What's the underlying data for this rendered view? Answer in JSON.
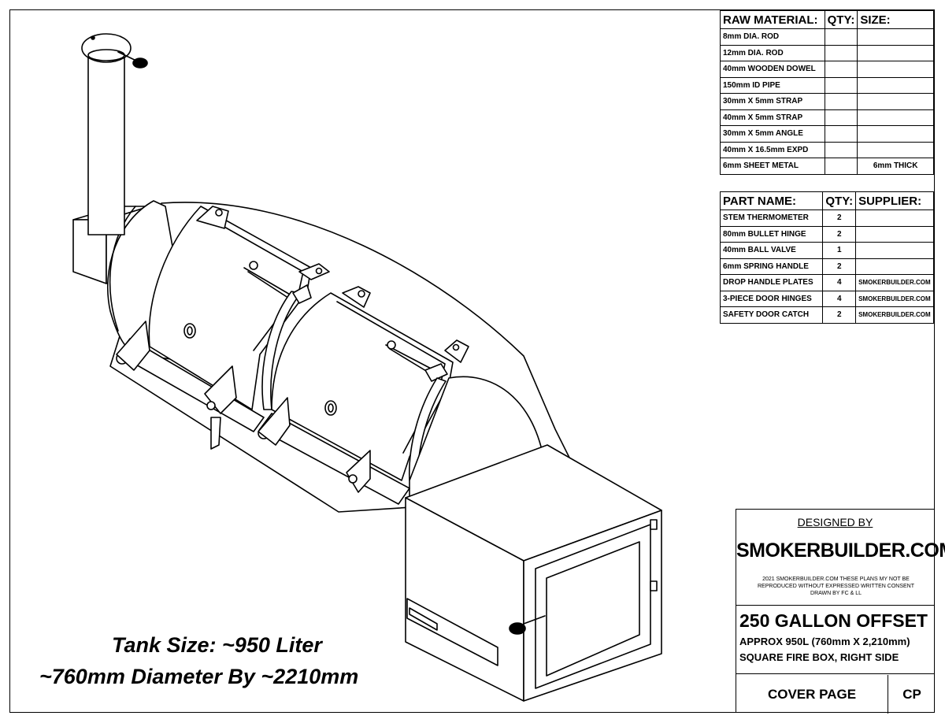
{
  "raw_materials": {
    "headers": [
      "RAW MATERIAL:",
      "QTY:",
      "SIZE:"
    ],
    "rows": [
      {
        "name": "8mm DIA. ROD",
        "qty": "",
        "size": ""
      },
      {
        "name": "12mm DIA. ROD",
        "qty": "",
        "size": ""
      },
      {
        "name": "40mm WOODEN DOWEL",
        "qty": "",
        "size": ""
      },
      {
        "name": "150mm ID PIPE",
        "qty": "",
        "size": ""
      },
      {
        "name": "30mm X 5mm STRAP",
        "qty": "",
        "size": ""
      },
      {
        "name": "40mm X 5mm STRAP",
        "qty": "",
        "size": ""
      },
      {
        "name": "30mm X 5mm ANGLE",
        "qty": "",
        "size": ""
      },
      {
        "name": "40mm X 16.5mm EXPD",
        "qty": "",
        "size": ""
      },
      {
        "name": "6mm SHEET METAL",
        "qty": "",
        "size": "6mm THICK"
      }
    ]
  },
  "parts": {
    "headers": [
      "PART NAME:",
      "QTY:",
      "SUPPLIER:"
    ],
    "rows": [
      {
        "name": "STEM THERMOMETER",
        "qty": "2",
        "supplier": ""
      },
      {
        "name": "80mm BULLET HINGE",
        "qty": "2",
        "supplier": ""
      },
      {
        "name": "40mm BALL VALVE",
        "qty": "1",
        "supplier": ""
      },
      {
        "name": "6mm SPRING HANDLE",
        "qty": "2",
        "supplier": ""
      },
      {
        "name": "DROP HANDLE PLATES",
        "qty": "4",
        "supplier": "SMOKERBUILDER.COM"
      },
      {
        "name": "3-PIECE DOOR HINGES",
        "qty": "4",
        "supplier": "SMOKERBUILDER.COM"
      },
      {
        "name": "SAFETY DOOR CATCH",
        "qty": "2",
        "supplier": "SMOKERBUILDER.COM"
      }
    ]
  },
  "title_block": {
    "designed_by": "DESIGNED BY",
    "company": "SMOKERBUILDER.COM",
    "notice": [
      "2021 SMOKERBUILDER.COM THESE PLANS MY NOT BE",
      "REPRODUCED WITHOUT EXPRESSED WRITTEN CONSENT",
      "DRAWN BY FC & LL"
    ],
    "title": "250 GALLON OFFSET",
    "subtitle_1": "APPROX 950L (760mm X 2,210mm)",
    "subtitle_2": "SQUARE FIRE BOX, RIGHT SIDE",
    "page_name": "COVER PAGE",
    "page_code": "CP"
  },
  "caption": {
    "line1": "Tank Size: ~950 Liter",
    "line2": "~760mm Diameter By  ~2210mm"
  },
  "colors": {
    "ink": "#000000",
    "paper": "#ffffff"
  }
}
